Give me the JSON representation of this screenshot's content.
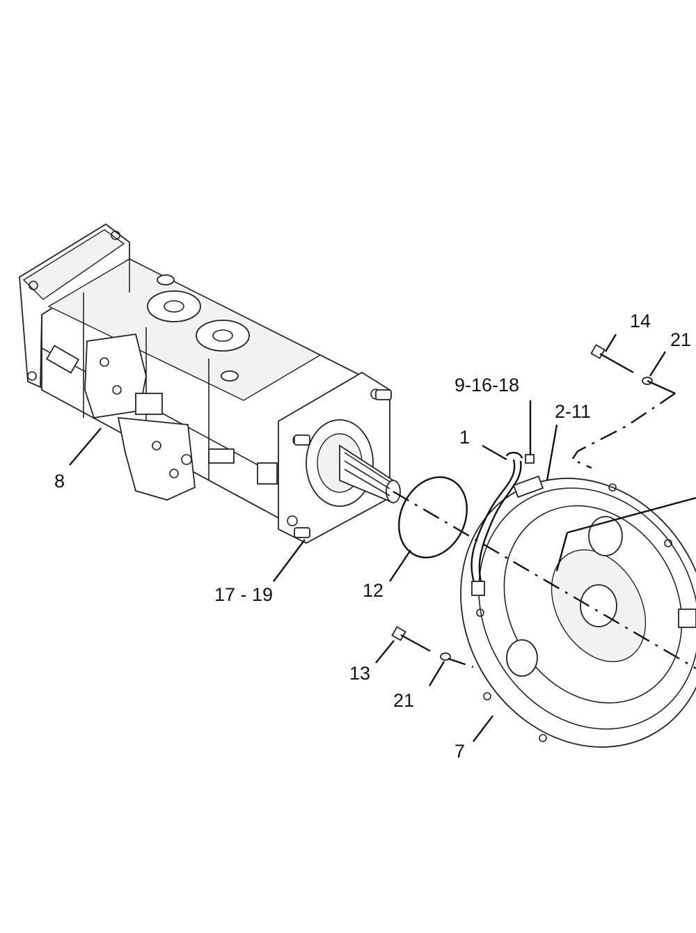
{
  "callouts": {
    "c8": "8",
    "c17_19": "17 - 19",
    "c12": "12",
    "c1": "1",
    "c9_16_18": "9-16-18",
    "c2_11": "2-11",
    "c14": "14",
    "c21_top": "21",
    "c13": "13",
    "c21_bottom": "21",
    "c7": "7"
  }
}
